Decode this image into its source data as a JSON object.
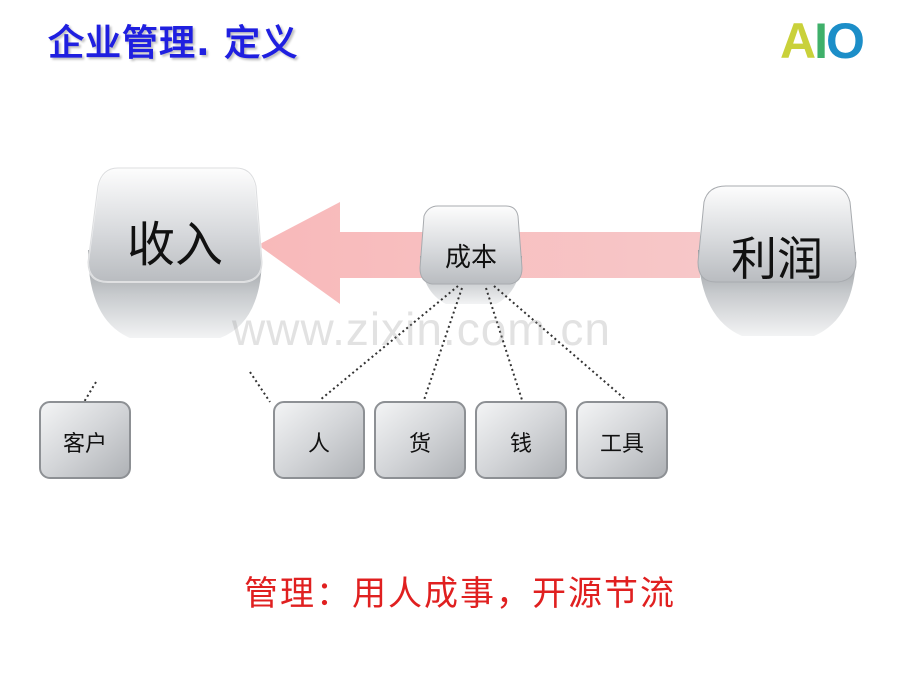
{
  "title": "企业管理. 定义",
  "logo": {
    "a": "A",
    "i": "I",
    "o": "O"
  },
  "diagram": {
    "revenue": "收入",
    "cost": "成本",
    "profit": "利润",
    "customer": "客户",
    "cost_items": [
      "人",
      "货",
      "钱",
      "工具"
    ]
  },
  "watermark": "www.zixin.com.cn",
  "slogan": "管理：用人成事，开源节流",
  "colors": {
    "title": "#1f1fe0",
    "slogan": "#e02020",
    "arrow": "#f4a7a8"
  }
}
